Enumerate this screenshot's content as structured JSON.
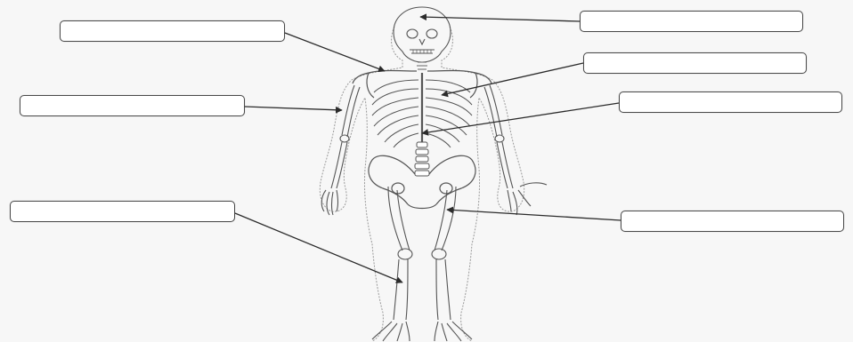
{
  "diagram": {
    "type": "labeled-skeleton-worksheet",
    "background_color": "#f7f7f7",
    "line_color": "#3a3a3a",
    "labels": [
      {
        "id": "skull",
        "text": ""
      },
      {
        "id": "clavicle",
        "text": ""
      },
      {
        "id": "ribs",
        "text": ""
      },
      {
        "id": "humerus",
        "text": ""
      },
      {
        "id": "spine",
        "text": ""
      },
      {
        "id": "tibia",
        "text": ""
      },
      {
        "id": "femur",
        "text": ""
      }
    ]
  }
}
